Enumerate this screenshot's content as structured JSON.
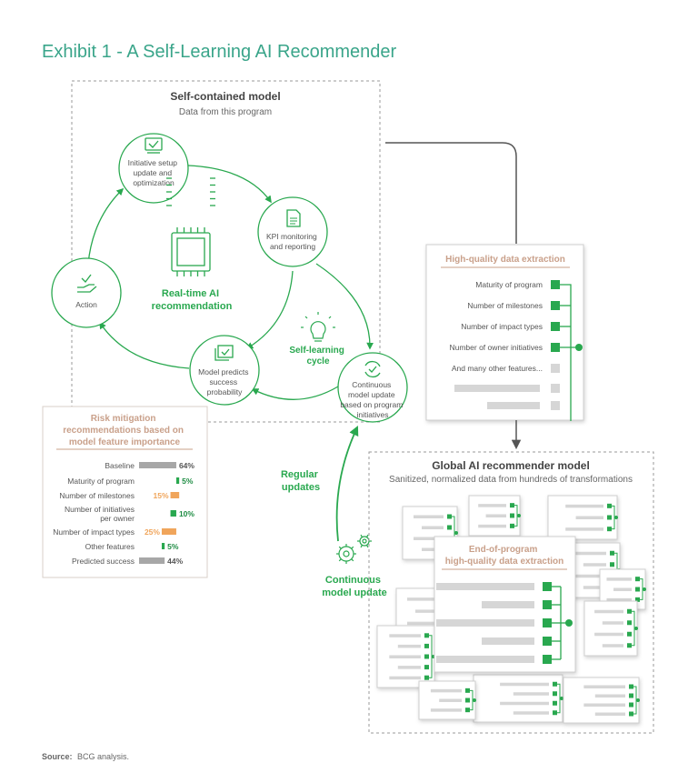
{
  "title": "Exhibit 1 - A Self-Learning AI Recommender",
  "source_label": "Source:",
  "source_text": "BCG analysis.",
  "self_contained": {
    "title": "Self-contained model",
    "subtitle": "Data from this program"
  },
  "cycle": {
    "nodes": {
      "setup": [
        "Initiative setup",
        "update and",
        "optimization"
      ],
      "kpi": [
        "KPI monitoring",
        "and reporting"
      ],
      "update": [
        "Continuous",
        "model update",
        "based on program",
        "initiatives"
      ],
      "predict": [
        "Model predicts",
        "success",
        "probability"
      ],
      "action": [
        "Action"
      ]
    },
    "center": [
      "Real-time AI",
      "recommendation"
    ],
    "self_learning": [
      "Self-learning",
      "cycle"
    ]
  },
  "hq_extraction": {
    "title": "High-quality data extraction",
    "features": [
      "Maturity of program",
      "Number of milestones",
      "Number of impact types",
      "Number of owner initiatives",
      "And many other features..."
    ]
  },
  "risk": {
    "title": [
      "Risk mitigation",
      "recommendations based on",
      "model feature importance"
    ],
    "chart_data": {
      "type": "bar",
      "categories": [
        "Baseline",
        "Maturity of program",
        "Number of milestones",
        "Number of initiatives per owner",
        "Number of impact types",
        "Other features",
        "Predicted success"
      ],
      "labels": [
        "64%",
        "5%",
        "15%",
        "10%",
        "25%",
        "5%",
        "44%"
      ],
      "values": [
        64,
        5,
        -15,
        10,
        -25,
        5,
        44
      ],
      "kinds": [
        "total",
        "increase",
        "decrease",
        "increase",
        "decrease",
        "increase",
        "total"
      ],
      "category_lines": [
        [
          "Baseline"
        ],
        [
          "Maturity of program"
        ],
        [
          "Number of milestones"
        ],
        [
          "Number of initiatives",
          "per owner"
        ],
        [
          "Number of impact types"
        ],
        [
          "Other features"
        ],
        [
          "Predicted success"
        ]
      ]
    }
  },
  "regular_updates": [
    "Regular",
    "updates"
  ],
  "continuous_update": [
    "Continuous",
    "model update"
  ],
  "global_model": {
    "title": "Global AI recommender model",
    "subtitle": "Sanitized, normalized data from hundreds of transformations",
    "end_title": [
      "End-of-program",
      "high-quality data extraction"
    ]
  },
  "colors": {
    "green": "#29a84f",
    "dark_green": "#1e8c43",
    "title_teal": "#3aa58a",
    "orange": "#f0a55b",
    "gray_bar": "#a7a7a7",
    "placeholder": "#d6d6d6",
    "tan": "#c9a08a"
  }
}
